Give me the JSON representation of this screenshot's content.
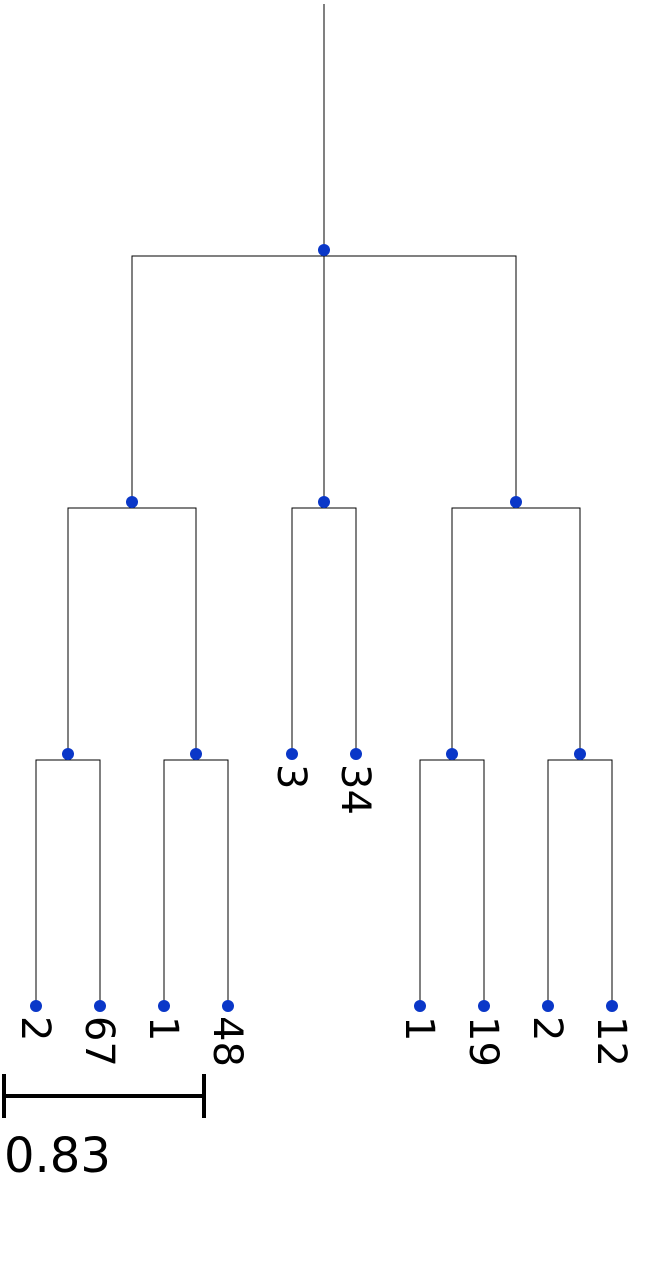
{
  "colors": {
    "node": "#0a37c8",
    "branch": "#000000",
    "text": "#000000"
  },
  "tree": {
    "leaves": [
      {
        "id": "l1",
        "label": "2"
      },
      {
        "id": "l2",
        "label": "67"
      },
      {
        "id": "l3",
        "label": "1"
      },
      {
        "id": "l4",
        "label": "48"
      },
      {
        "id": "l5",
        "label": "3"
      },
      {
        "id": "l6",
        "label": "34"
      },
      {
        "id": "l7",
        "label": "1"
      },
      {
        "id": "l8",
        "label": "19"
      },
      {
        "id": "l9",
        "label": "2"
      },
      {
        "id": "l10",
        "label": "12"
      }
    ]
  },
  "scale_bar": {
    "label": "0.83"
  }
}
